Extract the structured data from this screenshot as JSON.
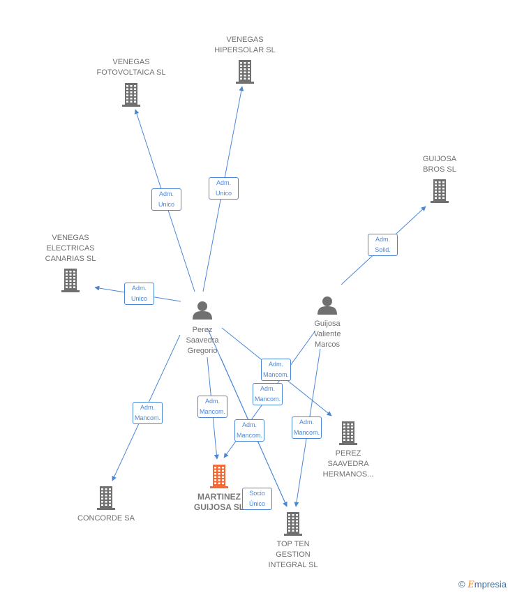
{
  "nodes": [
    {
      "id": "venegas_fotovoltaica",
      "kind": "company",
      "lines": [
        "VENEGAS",
        "FOTOVOLTAICA SL"
      ]
    },
    {
      "id": "venegas_hipersolar",
      "kind": "company",
      "lines": [
        "VENEGAS",
        "HIPERSOLAR SL"
      ]
    },
    {
      "id": "guijosa_bros",
      "kind": "company",
      "lines": [
        "GUIJOSA",
        "BROS SL"
      ]
    },
    {
      "id": "venegas_electricas",
      "kind": "company",
      "lines": [
        "VENEGAS",
        "ELECTRICAS",
        "CANARIAS SL"
      ]
    },
    {
      "id": "perez_saavedra_gregorio",
      "kind": "person",
      "lines": [
        "Perez",
        "Saavedra",
        "Gregorio"
      ]
    },
    {
      "id": "guijosa_valiente_marcos",
      "kind": "person",
      "lines": [
        "Guijosa",
        "Valiente",
        "Marcos"
      ]
    },
    {
      "id": "perez_saavedra_hermanos",
      "kind": "company",
      "lines": [
        "PEREZ",
        "SAAVEDRA",
        "HERMANOS..."
      ]
    },
    {
      "id": "concorde",
      "kind": "company",
      "lines": [
        "CONCORDE SA"
      ]
    },
    {
      "id": "martinez_guijosa",
      "kind": "company",
      "focus": true,
      "lines": [
        "MARTINEZ",
        "GUIJOSA SL"
      ]
    },
    {
      "id": "top_ten",
      "kind": "company",
      "lines": [
        "TOP TEN",
        "GESTION",
        "INTEGRAL SL"
      ]
    }
  ],
  "edges": [
    {
      "from": "perez_saavedra_gregorio",
      "to": "venegas_fotovoltaica",
      "label": [
        "Adm.",
        "Unico"
      ]
    },
    {
      "from": "perez_saavedra_gregorio",
      "to": "venegas_hipersolar",
      "label": [
        "Adm.",
        "Unico"
      ]
    },
    {
      "from": "perez_saavedra_gregorio",
      "to": "venegas_electricas",
      "label": [
        "Adm.",
        "Unico"
      ]
    },
    {
      "from": "guijosa_valiente_marcos",
      "to": "guijosa_bros",
      "label": [
        "Adm.",
        "Solid."
      ]
    },
    {
      "from": "perez_saavedra_gregorio",
      "to": "concorde",
      "label": [
        "Adm.",
        "Mancom."
      ]
    },
    {
      "from": "perez_saavedra_gregorio",
      "to": "martinez_guijosa",
      "label": [
        "Adm.",
        "Mancom."
      ]
    },
    {
      "from": "perez_saavedra_gregorio",
      "to": "perez_saavedra_hermanos",
      "label": [
        "Adm.",
        "Mancom."
      ]
    },
    {
      "from": "guijosa_valiente_marcos",
      "to": "martinez_guijosa",
      "label": [
        "Adm.",
        "Mancom."
      ]
    },
    {
      "from": "perez_saavedra_gregorio",
      "to": "top_ten",
      "label": [
        "Socio",
        "Único"
      ]
    },
    {
      "from": "guijosa_valiente_marcos",
      "to": "top_ten",
      "label": [
        "Adm.",
        "Mancom."
      ]
    },
    {
      "from": "perez_saavedra_gregorio",
      "to": "top_ten",
      "label": [
        "Adm.",
        "Mancom."
      ]
    }
  ],
  "colors": {
    "edge": "#4a86d8",
    "company": "#707070",
    "focus": "#f26a35",
    "person": "#707070",
    "label": "#6f6f6f"
  },
  "footer": {
    "copyright_symbol": "©",
    "brand_initial": "E",
    "brand_rest": "mpresia"
  }
}
